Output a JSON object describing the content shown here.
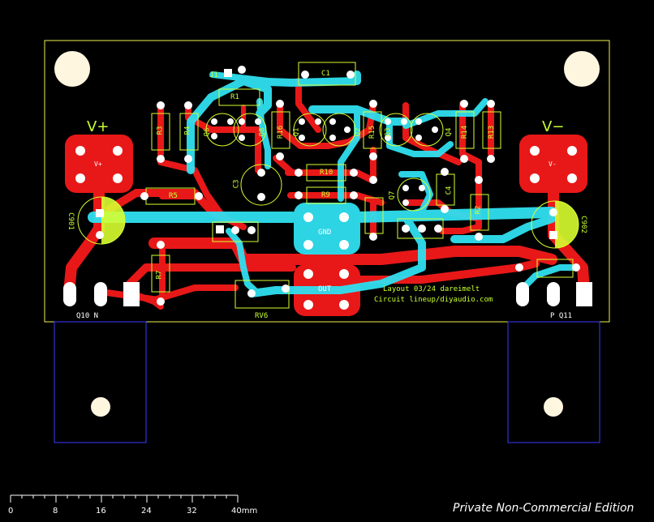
{
  "colors": {
    "background": "#000000",
    "board_outline": "#f0f050",
    "copper_bottom": "#e81818",
    "copper_top": "#30e0f0",
    "silkscreen": "#d8ff30",
    "pad": "#ffffff",
    "mechanical": "#3a3aff"
  },
  "board": {
    "power_pos": "V+",
    "power_neg": "V−",
    "pad_pos": "V+",
    "pad_neg": "V-",
    "gnd": "GND",
    "out": "OUT",
    "credit_line1": "Layout 03/24 dareimelt",
    "credit_line2": "Circuit lineup/diyaudio.com"
  },
  "components": {
    "c1": "C1",
    "r1": "R1",
    "r3": "R3",
    "r4": "R4",
    "q1": "Q1",
    "q2": "Q2",
    "q3": "Q3",
    "q4": "Q4",
    "q6": "Q6",
    "q7": "Q7",
    "q8": "Q8",
    "r16": "R16",
    "r15": "R15",
    "r14": "R14",
    "r13": "R13",
    "c3": "C3",
    "c4": "C4",
    "r10": "R10",
    "r9": "R9",
    "r5": "R5",
    "r7": "R7",
    "r2": "R2",
    "rv6": "RV6",
    "c901": "C901",
    "c902": "C902",
    "q10": "Q10 N",
    "q11": "P Q11",
    "j1": "J1"
  },
  "ruler": {
    "ticks": [
      "0",
      "8",
      "16",
      "24",
      "32",
      "40mm"
    ]
  },
  "edition_text": "Private Non-Commercial Edition"
}
